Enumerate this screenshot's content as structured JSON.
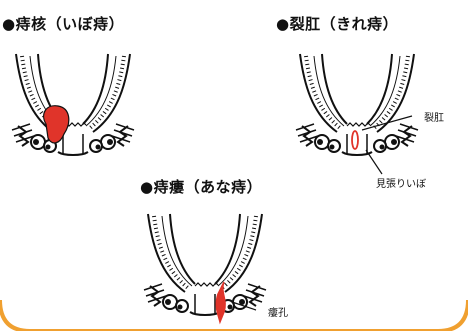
{
  "sections": [
    {
      "title": "●痔核（いぼ痔）"
    },
    {
      "title": "●裂肛（きれ痔）",
      "labels": [
        "裂肛",
        "見張りいぼ"
      ]
    },
    {
      "title": "●痔瘻（あな痔）",
      "labels": [
        "瘻孔"
      ]
    }
  ],
  "colors": {
    "outline": "#111111",
    "lesion": "#e0342a",
    "frame": "#f0a030"
  }
}
